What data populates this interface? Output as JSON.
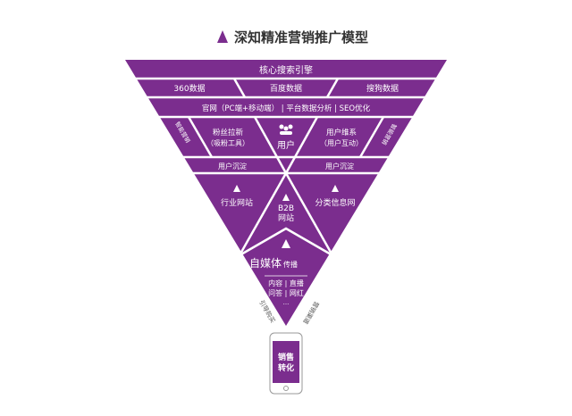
{
  "title": "深知精准营销推广模型",
  "colors": {
    "primary": "#7b2d8e",
    "separator": "#ffffff",
    "text": "#ffffff"
  },
  "rows": {
    "search_engine": "核心搜索引擎",
    "sources": [
      "360数据",
      "百度数据",
      "搜狗数据"
    ],
    "website": "官网（PC端+移动端） | 平台数据分析 | SEO优化",
    "fans": [
      "粉丝拉新",
      "（吸粉工具）"
    ],
    "user": "用户",
    "maintain": [
      "用户维系",
      "（用户互动）"
    ],
    "side_left": "智能营销",
    "side_right": "智能营销",
    "deposit_left": "用户沉淀",
    "deposit_right": "用户沉淀",
    "industry": "行业网站",
    "b2b": [
      "B2B",
      "网站"
    ],
    "classified": "分类信息网",
    "selfmedia_big": "自媒体",
    "selfmedia_small": "传播",
    "selfmedia_items": [
      "内容 | 直播",
      "问答 | 网红",
      "..."
    ],
    "bottom_left": "引导购买",
    "bottom_right": "营销渠道",
    "phone": [
      "销售",
      "转化"
    ]
  }
}
